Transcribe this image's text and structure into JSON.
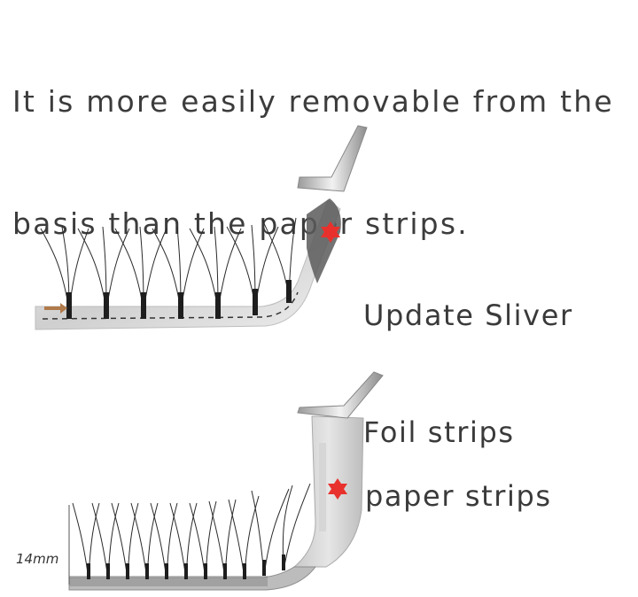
{
  "headline": {
    "line1": "It is more easily removable from the",
    "line2": "basis than the paper strips."
  },
  "top_illustration": {
    "label_line1": "Update Sliver",
    "label_line2": "Foil strips",
    "marker_color": "#e8312c"
  },
  "bottom_illustration": {
    "label": "paper strips",
    "length_label": "14mm",
    "marker_color": "#e8312c"
  }
}
